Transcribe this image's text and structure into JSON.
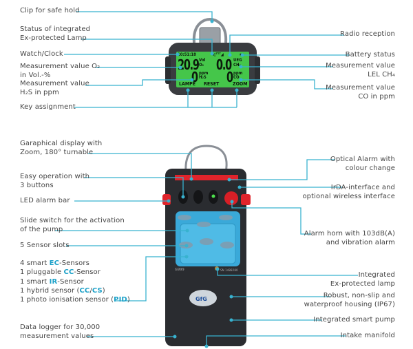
{
  "top_device": {
    "labels_left": [
      {
        "lines": [
          "Clip for safe hold"
        ]
      },
      {
        "lines": [
          "Status of integrated",
          "Ex-protected Lamp"
        ]
      },
      {
        "lines": [
          "Watch/Clock"
        ]
      },
      {
        "lines": [
          "Measurement value O₂",
          "in Vol.-%"
        ]
      },
      {
        "lines": [
          "Measurement value",
          "H₂S in ppm"
        ]
      },
      {
        "lines": [
          "Key assignment"
        ]
      }
    ],
    "labels_right": [
      {
        "lines": [
          "Radio reception"
        ]
      },
      {
        "lines": [
          "Battery status"
        ]
      },
      {
        "lines": [
          "Measurement value",
          "LEL CH₄"
        ]
      },
      {
        "lines": [
          "Measurement value",
          "CO in ppm"
        ]
      }
    ],
    "display": {
      "clock": "10:51:18",
      "o2_value": "20.9",
      "o2_unit": "Vol",
      "o2_gas": "O₂",
      "ch4_value": "0.0",
      "ch4_unit": "UEG",
      "ch4_gas": "CH₄",
      "h2s_value": "0",
      "h2s_unit": "ppm",
      "h2s_gas": "H₂S",
      "co_value": "0",
      "co_unit": "ppm",
      "co_gas": "CO",
      "softkeys": [
        "LAMPE",
        "RESET",
        "ZOOM"
      ],
      "lcd_color": "#45c64a"
    }
  },
  "bottom_device": {
    "labels_left": [
      {
        "lines": [
          "Garaphical display with",
          "Zoom, 180° turnable"
        ]
      },
      {
        "lines": [
          "Easy operation with",
          "3 buttons"
        ]
      },
      {
        "lines": [
          "LED alarm bar"
        ]
      },
      {
        "lines": [
          "Slide switch for the activation",
          "of the pump"
        ]
      },
      {
        "lines": [
          "5 Sensor slots"
        ]
      },
      {
        "lines": [
          "Data logger for 30,000",
          "measurement values"
        ]
      }
    ],
    "sensor_list": [
      {
        "pre": "4 smart ",
        "hl": "EC",
        "post": "-Sensors"
      },
      {
        "pre": "1 pluggable ",
        "hl": "CC",
        "post": "-Sensor"
      },
      {
        "pre": "1 smart ",
        "hl": "IR",
        "post": "-Sensor"
      },
      {
        "pre": "1 hybrid sensor (",
        "hl": "CC",
        "mid": "/",
        "hl2": "CS",
        "post": ")"
      },
      {
        "pre": "1 photo ionisation sensor (",
        "hl": "PID",
        "post": ")"
      }
    ],
    "labels_right": [
      {
        "lines": [
          "Optical Alarm with",
          "colour change"
        ]
      },
      {
        "lines": [
          "IrDA-interface and",
          "optional wireless interface"
        ]
      },
      {
        "lines": [
          "Alarm horn with 103dB(A)",
          "and vibration alarm"
        ]
      },
      {
        "lines": [
          "Integrated",
          "Ex-protected lamp"
        ]
      },
      {
        "lines": [
          "Robust, non-slip and",
          "waterproof housing (IP67)"
        ]
      },
      {
        "lines": [
          "Integrated smart pump"
        ]
      },
      {
        "lines": [
          "Intake manifold"
        ]
      }
    ],
    "device_texts": {
      "model": "G999",
      "serial": "SN 1488280",
      "logo": "GfG"
    }
  },
  "colors": {
    "leader_line": "#38b2cf",
    "highlight": "#1aa0c8",
    "housing": "#2a2c30",
    "pump_cover": "#3aa9d9",
    "alarm_red": "#e0242b"
  }
}
